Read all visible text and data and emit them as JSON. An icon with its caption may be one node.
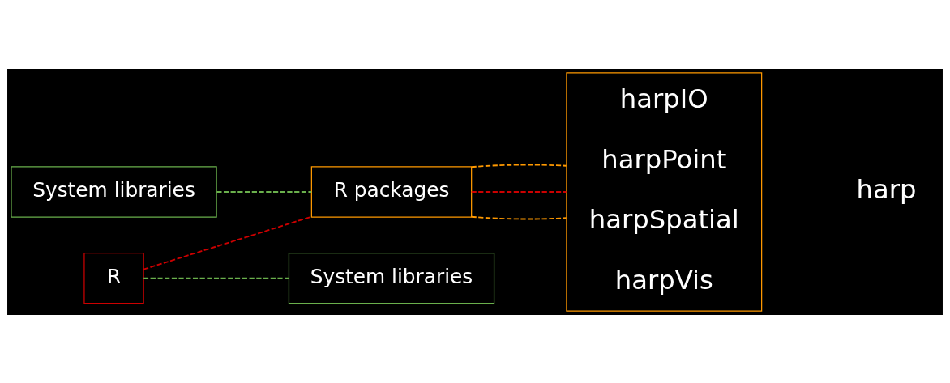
{
  "diagram": {
    "nodes": [
      {
        "text": [
          "System libraries"
        ]
      },
      {
        "text": [
          "R"
        ]
      },
      {
        "text": [
          "R packages"
        ]
      },
      {
        "text": [
          "harpIO",
          "harpPoint",
          "harpSpatial",
          "harpVis"
        ]
      },
      {
        "text": [
          "System libraries"
        ]
      }
    ],
    "edges": [
      {
        "from": 0,
        "to": 2,
        "arrow": "none",
        "style": "dashed",
        "color": "#6ab04c"
      },
      {
        "from": 1,
        "to": 2,
        "arrow": "none",
        "style": "dashed",
        "color": "#cc0000"
      },
      {
        "from": 1,
        "to": 4,
        "arrow": "none",
        "style": "dashed",
        "color": "#6ab04c"
      },
      {
        "from": 2,
        "to": 3,
        "arrow": "none",
        "style": "dashed",
        "color": "#ff9900"
      },
      {
        "from": 2,
        "to": 3,
        "arrow": "none",
        "style": "dashed",
        "color": "#cc0000"
      },
      {
        "from": 2,
        "to": 3,
        "arrow": "none",
        "style": "dashed",
        "color": "#ff9900"
      }
    ],
    "labels": [
      "harp"
    ]
  }
}
